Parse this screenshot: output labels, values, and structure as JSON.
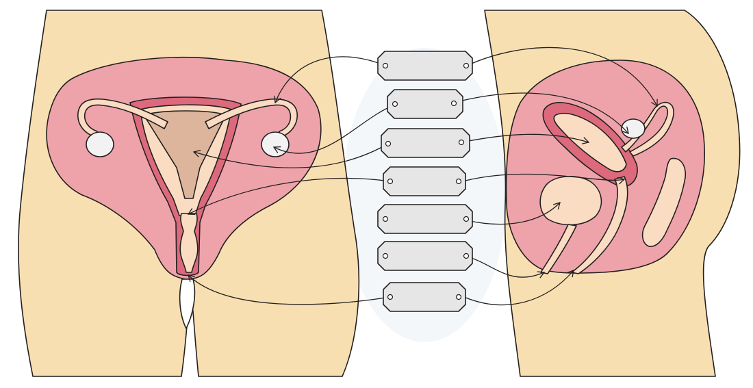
{
  "colors": {
    "skin": "#f8dfb1",
    "body_cavity": "#eea3ab",
    "uterus_wall": "#dc6a7c",
    "inner_tissue": "#f9dcc2",
    "cavity_shade": "#dcb59c",
    "ovary": "#f2f2f2",
    "label_box": "#e6e6e6",
    "outline": "#231f20"
  },
  "labels": [
    {
      "id": "label-1",
      "text": ""
    },
    {
      "id": "label-2",
      "text": ""
    },
    {
      "id": "label-3",
      "text": ""
    },
    {
      "id": "label-4",
      "text": ""
    },
    {
      "id": "label-5",
      "text": ""
    },
    {
      "id": "label-6",
      "text": ""
    },
    {
      "id": "label-7",
      "text": ""
    }
  ]
}
